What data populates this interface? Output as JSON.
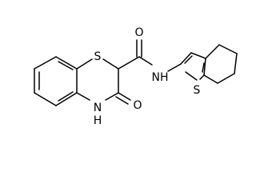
{
  "atoms": {
    "s_ring": "S",
    "s_thiophene": "S",
    "o_carbonyl": "O",
    "o_lactam": "O",
    "n_amide": "NH",
    "n_ring_h": "H",
    "n_ring": "N"
  }
}
